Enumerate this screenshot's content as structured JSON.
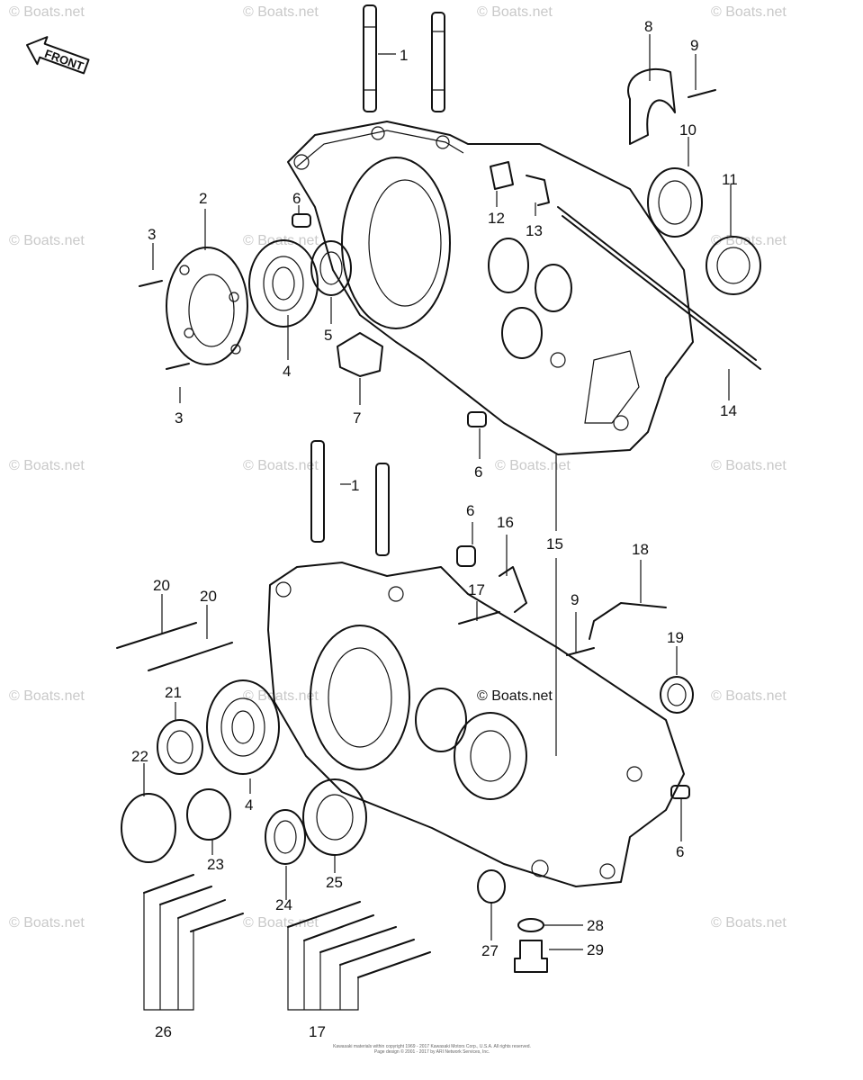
{
  "front_label": "FRONT",
  "watermark_text": "© Boats.net",
  "footer_lines": [
    "Kawasaki materials within copyright 1969 - 2017 Kawasaki Motors Corp., U.S.A. All rights reserved.",
    "Page design © 2001 - 2017 by ARI Network Services, Inc."
  ],
  "callouts": [
    "1",
    "2",
    "3",
    "3",
    "4",
    "5",
    "6",
    "7",
    "8",
    "9",
    "10",
    "11",
    "12",
    "13",
    "14",
    "6",
    "1",
    "6",
    "16",
    "15",
    "18",
    "17",
    "9",
    "19",
    "20",
    "20",
    "21",
    "4",
    "22",
    "23",
    "24",
    "25",
    "6",
    "27",
    "28",
    "29",
    "26",
    "17"
  ]
}
